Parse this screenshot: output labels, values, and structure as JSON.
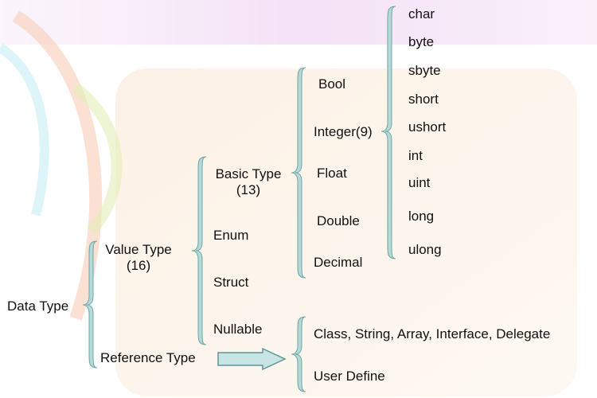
{
  "colors": {
    "brace_fill": "#b5d9d9",
    "brace_stroke": "#6fa5a5",
    "arrow_fill": "#c8e4e4",
    "arrow_stroke": "#5f9595",
    "text": "#111111",
    "top_band": "#f6e6f7",
    "panel": "#fdf5ea"
  },
  "tree": {
    "root": "Data Type",
    "value_type": {
      "label": "Value Type",
      "count": "(16)"
    },
    "reference_type": "Reference Type",
    "basic_type": {
      "label": "Basic Type",
      "count": "(13)"
    },
    "enum": "Enum",
    "struct": "Struct",
    "nullable": "Nullable",
    "basic_children": [
      "Bool",
      "Integer(9)",
      "Float",
      "Double",
      "Decimal"
    ],
    "integer_children": [
      "char",
      "byte",
      "sbyte",
      "short",
      "ushort",
      "int",
      "uint",
      "long",
      "ulong"
    ],
    "reference_children": [
      "Class, String, Array, Interface, Delegate",
      "User Define"
    ]
  }
}
